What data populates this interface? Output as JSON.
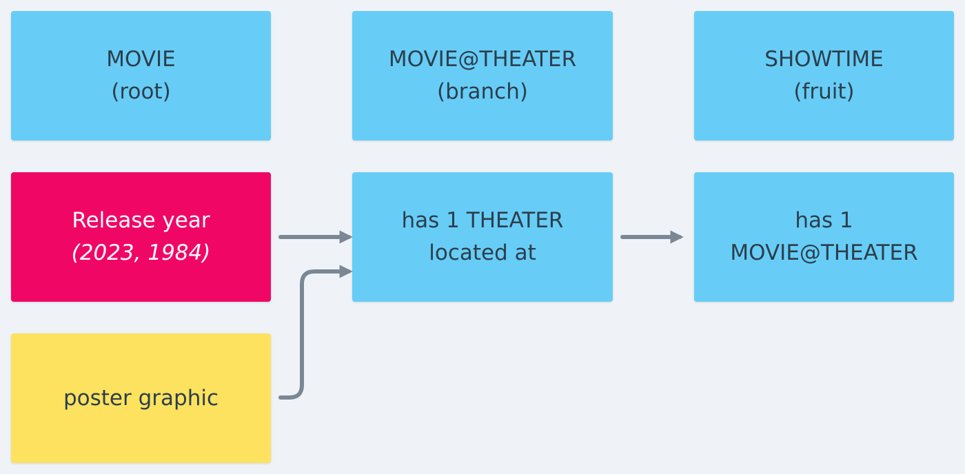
{
  "colors": {
    "background": "#eff3f7",
    "blue_note": "#67cdf6",
    "pink_note": "#f00766",
    "yellow_note": "#fde25f",
    "arrow": "#7b8794",
    "text_dark": "#2c3e4c"
  },
  "notes": {
    "movie": {
      "line1": "MOVIE",
      "line2": "(root)"
    },
    "movie_theater": {
      "line1": "MOVIE@THEATER",
      "line2": "(branch)"
    },
    "showtime": {
      "line1": "SHOWTIME",
      "line2": "(fruit)"
    },
    "release_year": {
      "line1": "Release year",
      "line2": "(2023, 1984)"
    },
    "theater": {
      "line1": "has 1 THEATER",
      "line2": "located at"
    },
    "has_movie_theater": {
      "line1": "has 1",
      "line2": "MOVIE@THEATER"
    },
    "poster": {
      "line1": "poster graphic"
    }
  }
}
